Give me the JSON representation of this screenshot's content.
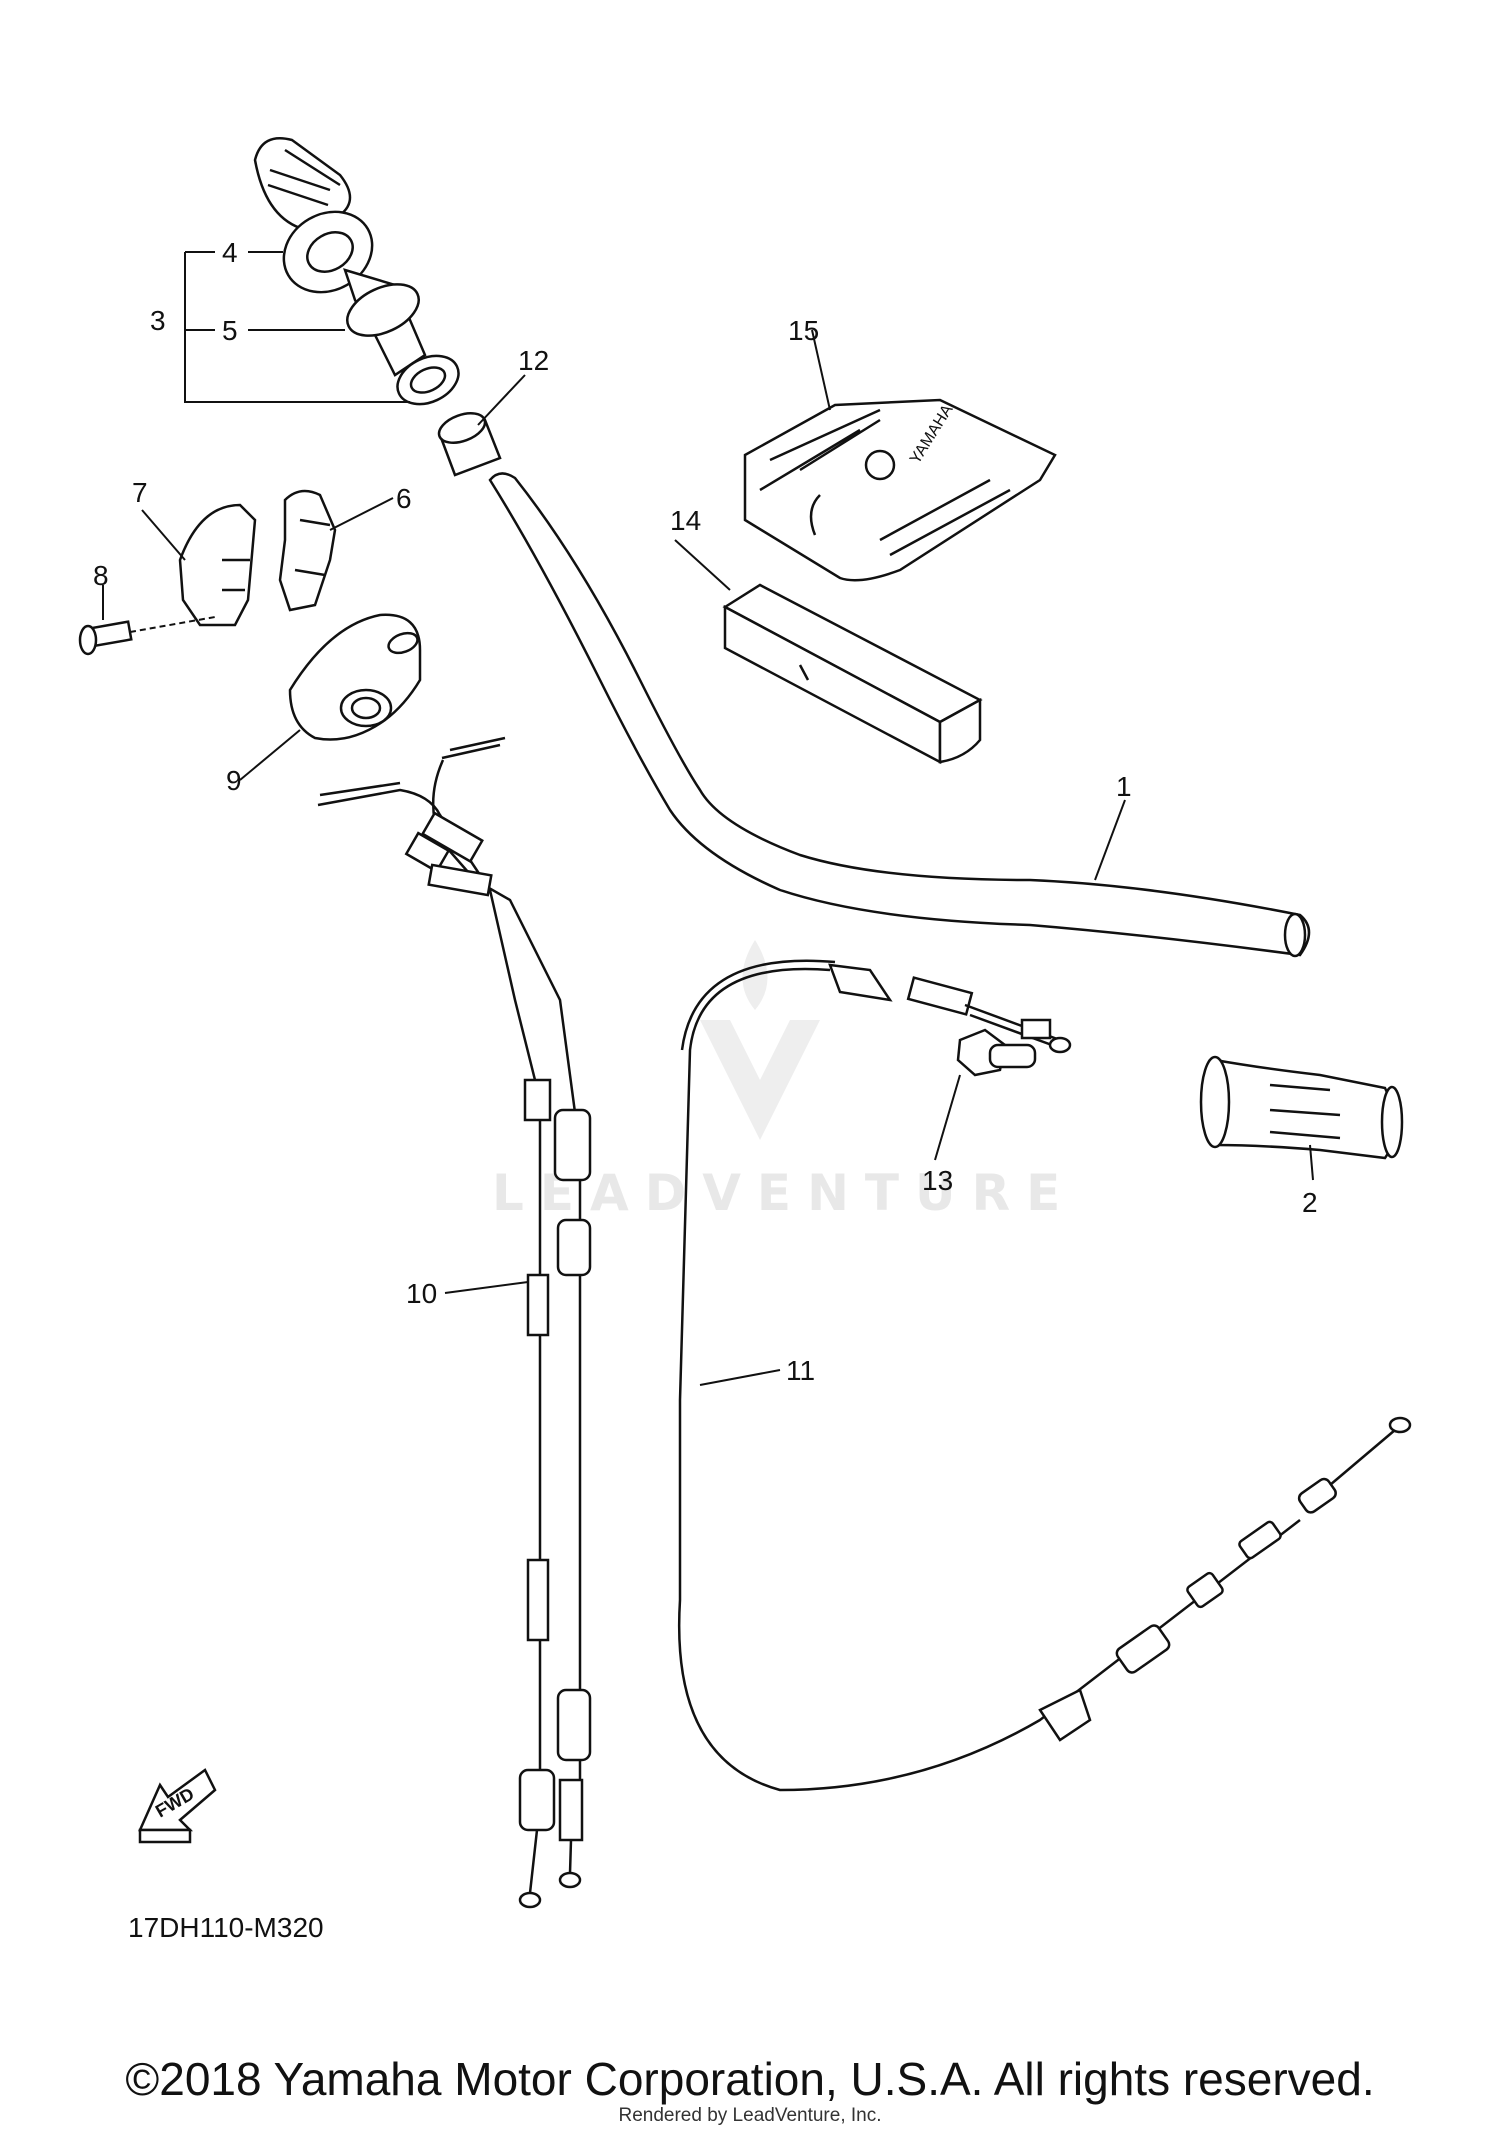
{
  "callouts": {
    "c1": "1",
    "c2": "2",
    "c3": "3",
    "c4": "4",
    "c5": "5",
    "c6": "6",
    "c7": "7",
    "c8": "8",
    "c9": "9",
    "c10": "10",
    "c11": "11",
    "c12": "12",
    "c13": "13",
    "c14": "14",
    "c15": "15"
  },
  "fwd_label": "FWD",
  "cover_logo_text": "YAMAHA",
  "watermark": "LEADVENTURE",
  "diagram_code": "17DH110-M320",
  "copyright": "©2018 Yamaha Motor Corporation, U.S.A. All rights reserved.",
  "rendered_by": "Rendered by LeadVenture, Inc."
}
